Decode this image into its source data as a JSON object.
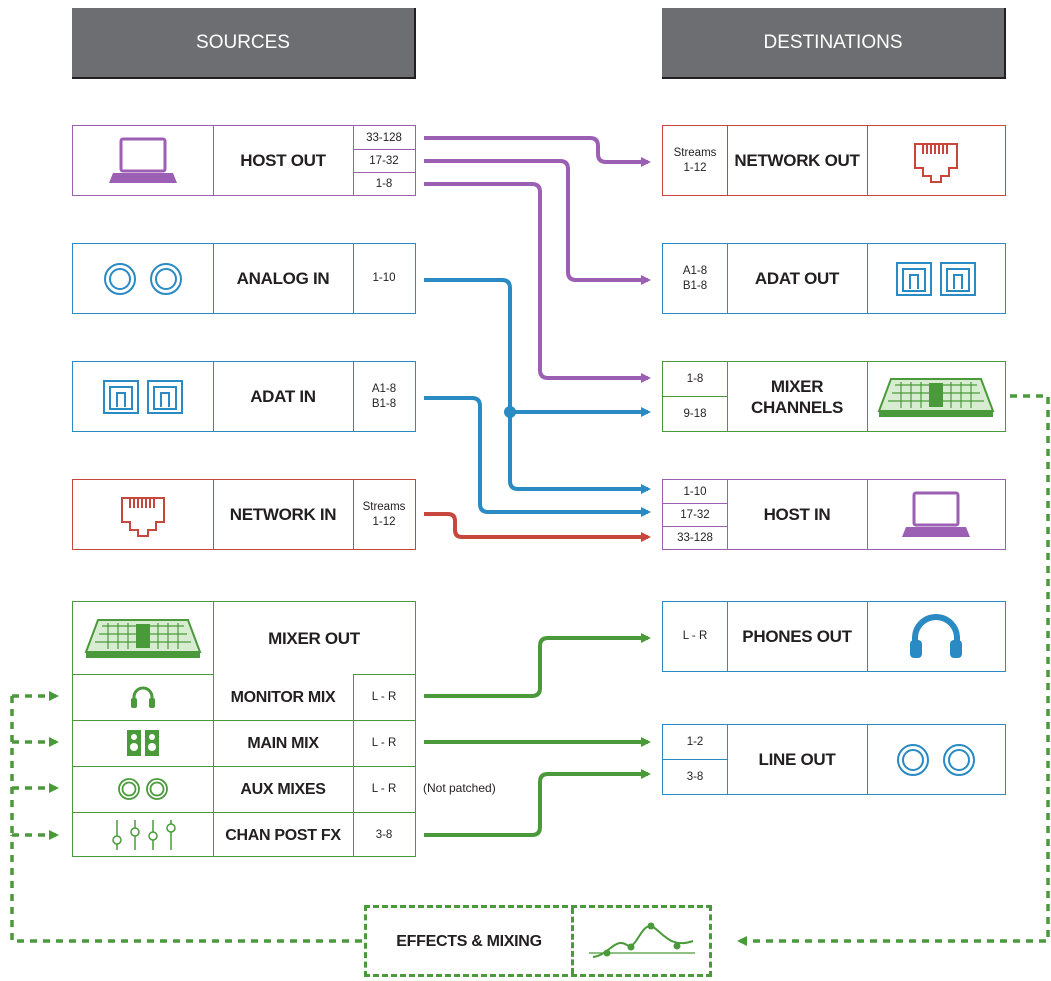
{
  "headers": {
    "sources": "SOURCES",
    "destinations": "DESTINATIONS"
  },
  "sources": {
    "host_out": {
      "label": "HOST OUT",
      "ports": [
        "33-128",
        "17-32",
        "1-8"
      ]
    },
    "analog_in": {
      "label": "ANALOG IN",
      "ports": [
        "1-10"
      ]
    },
    "adat_in": {
      "label": "ADAT IN",
      "ports": [
        "A1-8",
        "B1-8"
      ]
    },
    "network_in": {
      "label": "NETWORK IN",
      "ports": [
        "Streams",
        "1-12"
      ]
    },
    "mixer_out": {
      "label": "MIXER OUT",
      "rows": [
        {
          "label": "MONITOR MIX",
          "port": "L - R"
        },
        {
          "label": "MAIN MIX",
          "port": "L - R"
        },
        {
          "label": "AUX MIXES",
          "port": "L - R",
          "note": "(Not patched)"
        },
        {
          "label": "CHAN POST FX",
          "port": "3-8"
        }
      ]
    }
  },
  "destinations": {
    "network_out": {
      "label": "NETWORK OUT",
      "ports": [
        "Streams",
        "1-12"
      ]
    },
    "adat_out": {
      "label": "ADAT OUT",
      "ports": [
        "A1-8",
        "B1-8"
      ]
    },
    "mixer_channels": {
      "label": "MIXER CHANNELS",
      "label_lines": [
        "MIXER",
        "CHANNELS"
      ],
      "ports": [
        "1-8",
        "9-18"
      ]
    },
    "host_in": {
      "label": "HOST IN",
      "ports": [
        "1-10",
        "17-32",
        "33-128"
      ]
    },
    "phones_out": {
      "label": "PHONES OUT",
      "ports": [
        "L - R"
      ]
    },
    "line_out": {
      "label": "LINE OUT",
      "ports": [
        "1-2",
        "3-8"
      ]
    }
  },
  "effects": {
    "label": "EFFECTS & MIXING"
  },
  "colors": {
    "host": "#9b5fb4",
    "analog": "#2a8ac4",
    "network": "#c8473d",
    "mixer": "#4a9a3b",
    "header": "#6d6e71"
  },
  "icons": [
    "laptop-icon",
    "xlr-jack-icon",
    "optical-port-icon",
    "ethernet-port-icon",
    "mixing-console-icon",
    "headphones-icon",
    "speakers-icon",
    "faders-icon",
    "eq-curve-icon"
  ]
}
